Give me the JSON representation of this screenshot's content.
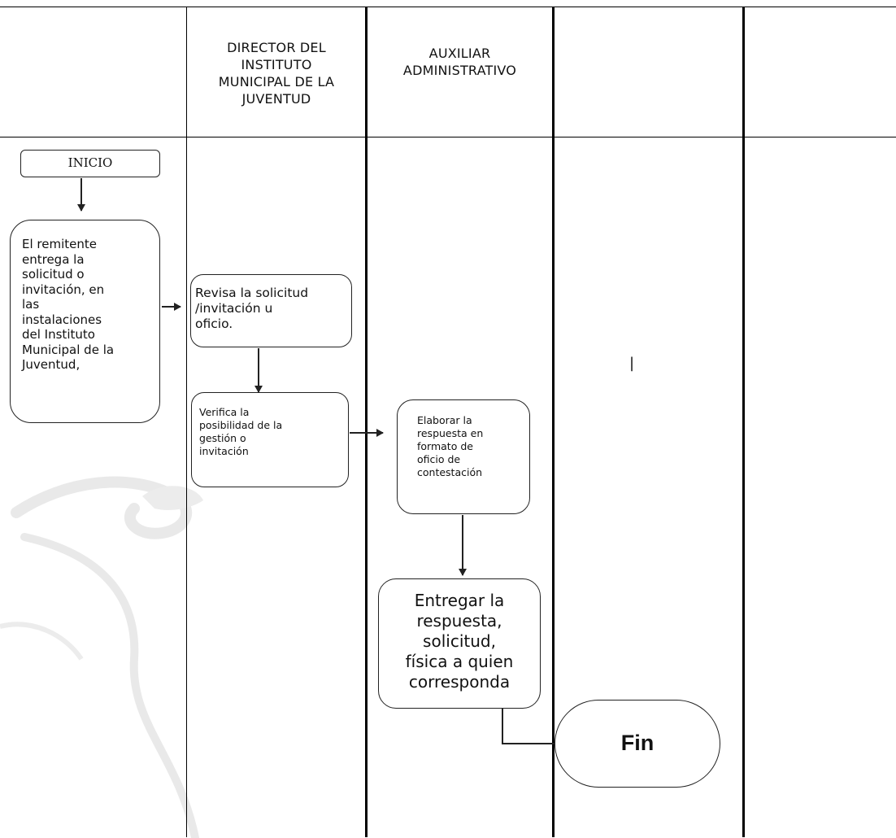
{
  "lanes": [
    {
      "header": ""
    },
    {
      "header": "DIRECTOR DEL\nINSTITUTO\nMUNICIPAL DE LA\nJUVENTUD"
    },
    {
      "header": "AUXILIAR\nADMINISTRATIVO"
    },
    {
      "header": ""
    },
    {
      "header": ""
    }
  ],
  "nodes": {
    "inicio": "INICIO",
    "remitente": "El remitente\nentrega la\nsolicitud o\ninvitación, en\nlas\ninstalaciones\ndel Instituto\nMunicipal de la\nJuventud,",
    "revisa": "Revisa la solicitud\n/invitación u\noficio.",
    "verifica": "Verifica la\nposibilidad de la\ngestión o\ninvitación",
    "elaborar": "Elaborar la\nrespuesta en\nformato de\noficio de\ncontestación",
    "entregar": "Entregar la\nrespuesta,\nsolicitud,\nfísica a quien\ncorresponda",
    "fin": "Fin",
    "stray_mark": "|"
  }
}
